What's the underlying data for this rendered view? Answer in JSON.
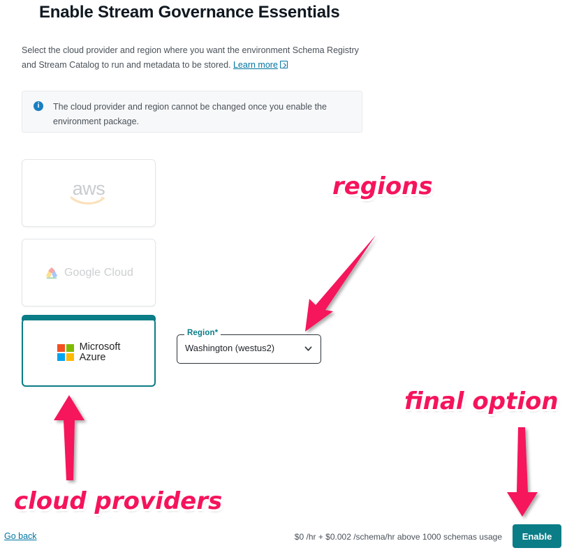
{
  "page": {
    "title": "Enable Stream Governance Essentials",
    "intro_text": "Select the cloud provider and region where you want the environment Schema Registry and Stream Catalog to run and metadata to be stored.",
    "learn_more_label": "Learn more"
  },
  "info_banner": {
    "icon": "info-icon",
    "text": "The cloud provider and region cannot be changed once you enable the environment package."
  },
  "providers": [
    {
      "id": "aws",
      "name": "aws",
      "logo": "aws-logo",
      "selected": false,
      "enabled": false
    },
    {
      "id": "gcp",
      "name": "Google Cloud",
      "logo": "google-cloud-logo",
      "selected": false,
      "enabled": false
    },
    {
      "id": "azure",
      "name_line1": "Microsoft",
      "name_line2": "Azure",
      "logo": "microsoft-azure-logo",
      "selected": true,
      "enabled": true
    }
  ],
  "region_field": {
    "label": "Region*",
    "value": "Washington (westus2)",
    "chevron": "chevron-down-icon"
  },
  "footer": {
    "go_back_label": "Go back",
    "price_note": "$0 /hr + $0.002 /schema/hr above 1000 schemas usage",
    "enable_label": "Enable"
  },
  "annotations": [
    {
      "id": "regions",
      "text": "regions",
      "arrow": "arrow-diagonal-down-left"
    },
    {
      "id": "final-option",
      "text": "final option",
      "arrow": "arrow-down"
    },
    {
      "id": "cloud-providers",
      "text": "cloud providers",
      "arrow": "arrow-up"
    }
  ],
  "colors": {
    "accent_teal": "#0b7d87",
    "link_blue": "#0074a2",
    "annotation_pink": "#f5145c",
    "info_blue": "#1a7fc1"
  }
}
